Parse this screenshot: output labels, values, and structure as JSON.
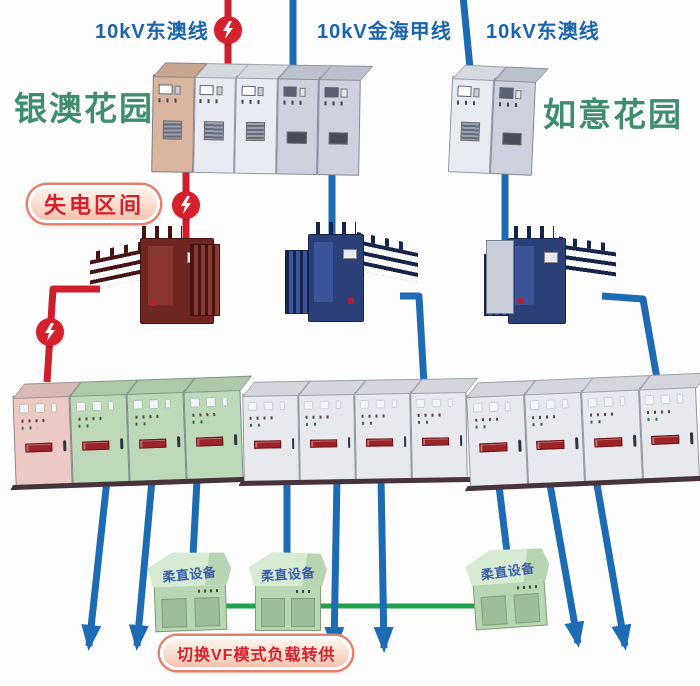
{
  "feeders": {
    "left": "10kV东澳线",
    "middle": "10kV金海甲线",
    "right": "10kV东澳线"
  },
  "gardens": {
    "left": "银澳花园",
    "right": "如意花园"
  },
  "badges": {
    "outage": "失电区间",
    "vf_switch": "切换VF模式负载转供"
  },
  "equipment": {
    "flex_dc_label": "柔直设备"
  },
  "colors": {
    "line_blue": "#1d6bb2",
    "line_red": "#cf1f2d",
    "line_green": "#21a14b",
    "badge_red": "#d5202e",
    "feeder_blue": "#1a64ad",
    "garden_green": "#3e8d6d"
  }
}
